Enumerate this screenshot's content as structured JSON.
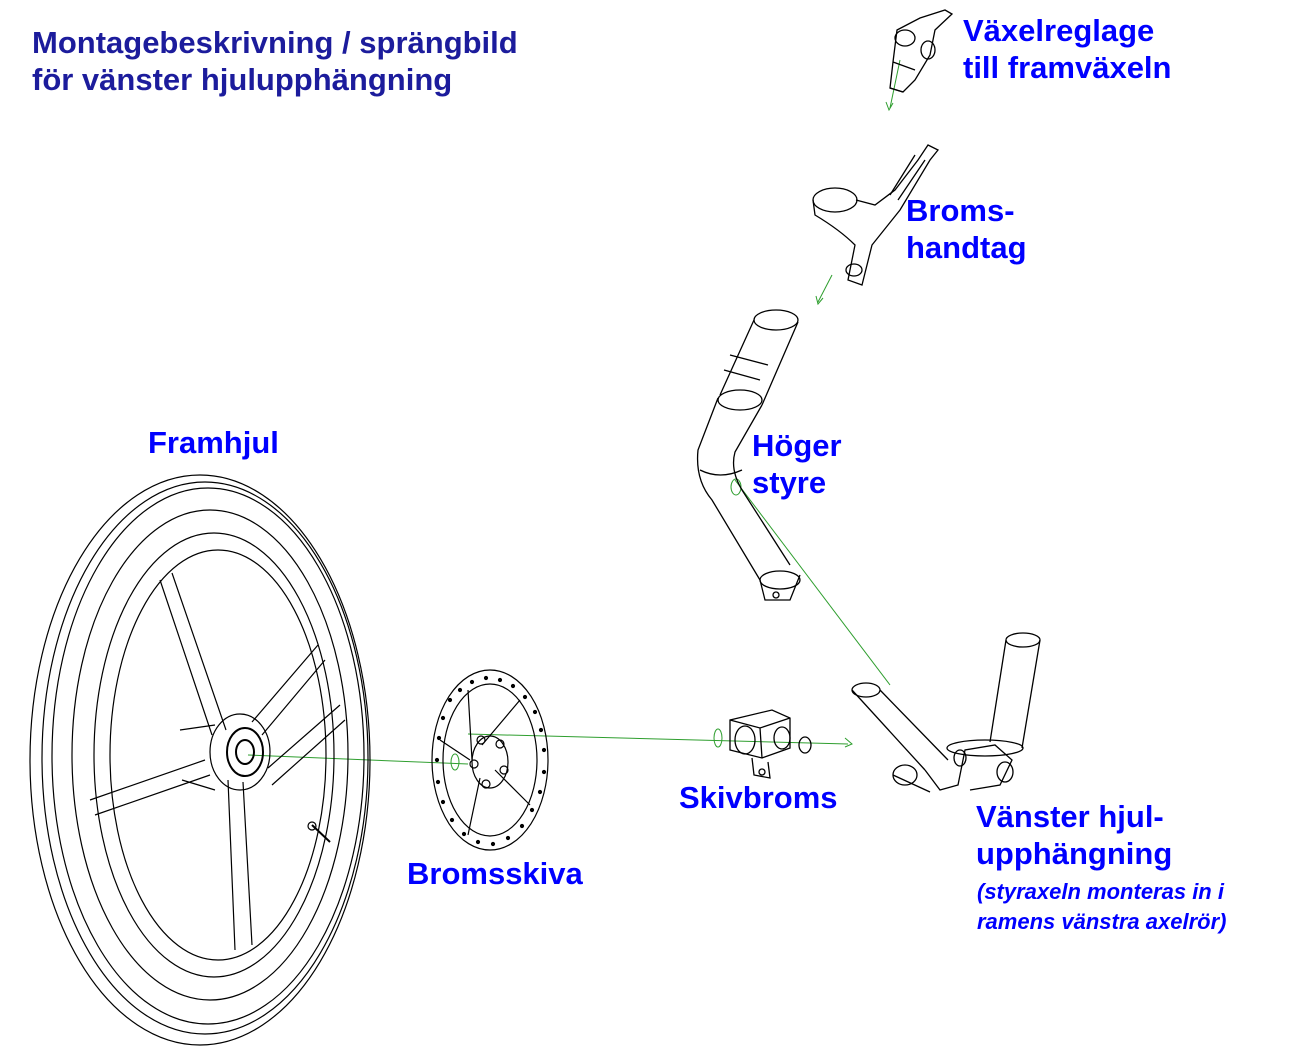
{
  "title": {
    "line1": "Montagebeskrivning / sprängbild",
    "line2": "för vänster hjulupphängning"
  },
  "labels": {
    "vaxelreglage": {
      "line1": "Växelreglage",
      "line2": "till framväxeln"
    },
    "bromshandtag": {
      "line1": "Broms-",
      "line2": "handtag"
    },
    "hoger_styre": {
      "line1": "Höger",
      "line2": "styre"
    },
    "framhjul": "Framhjul",
    "skivbroms": "Skivbroms",
    "bromsskiva": "Bromsskiva",
    "vanster_hjulupphangning": {
      "line1": "Vänster hjul-",
      "line2": "upphängning",
      "note_line1": "(styraxeln monteras in i",
      "note_line2": "ramens vänstra axelrör)"
    }
  },
  "colors": {
    "title_text": "#1c1c9c",
    "label_text": "#0000ff",
    "assembly_lines": "#2e9e2e",
    "drawing_lines": "#000000"
  }
}
